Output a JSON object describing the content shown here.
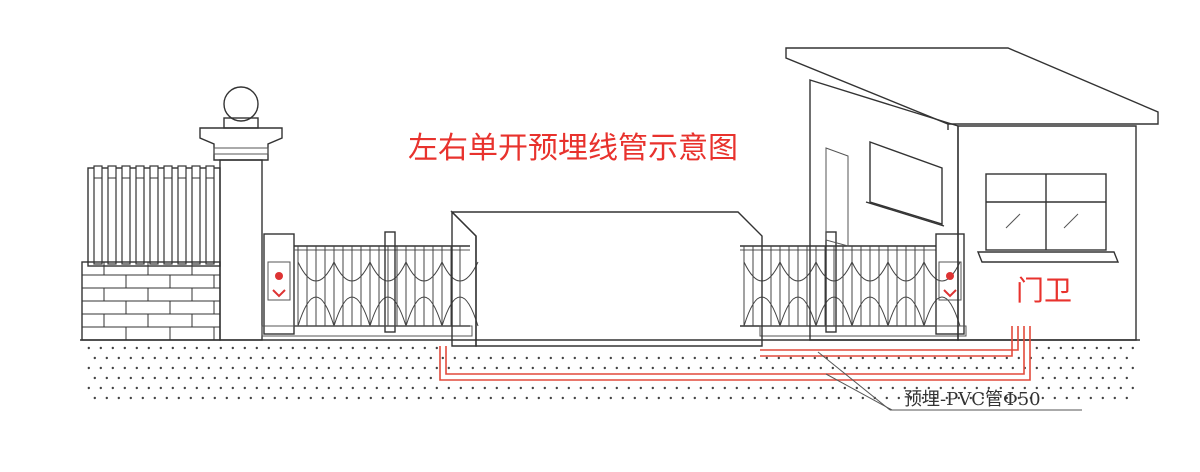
{
  "diagram": {
    "title": "左右单开预埋线管示意图",
    "guard_label": "门卫",
    "pipe_label": "预埋-PVC管Φ50"
  },
  "colors": {
    "title": "#e8322d",
    "pipe": "#e24a3b",
    "line": "#333333",
    "ground_dot": "#444444"
  },
  "icons": [
    "ball-finial-icon",
    "gate-motor-icon",
    "window-icon"
  ]
}
